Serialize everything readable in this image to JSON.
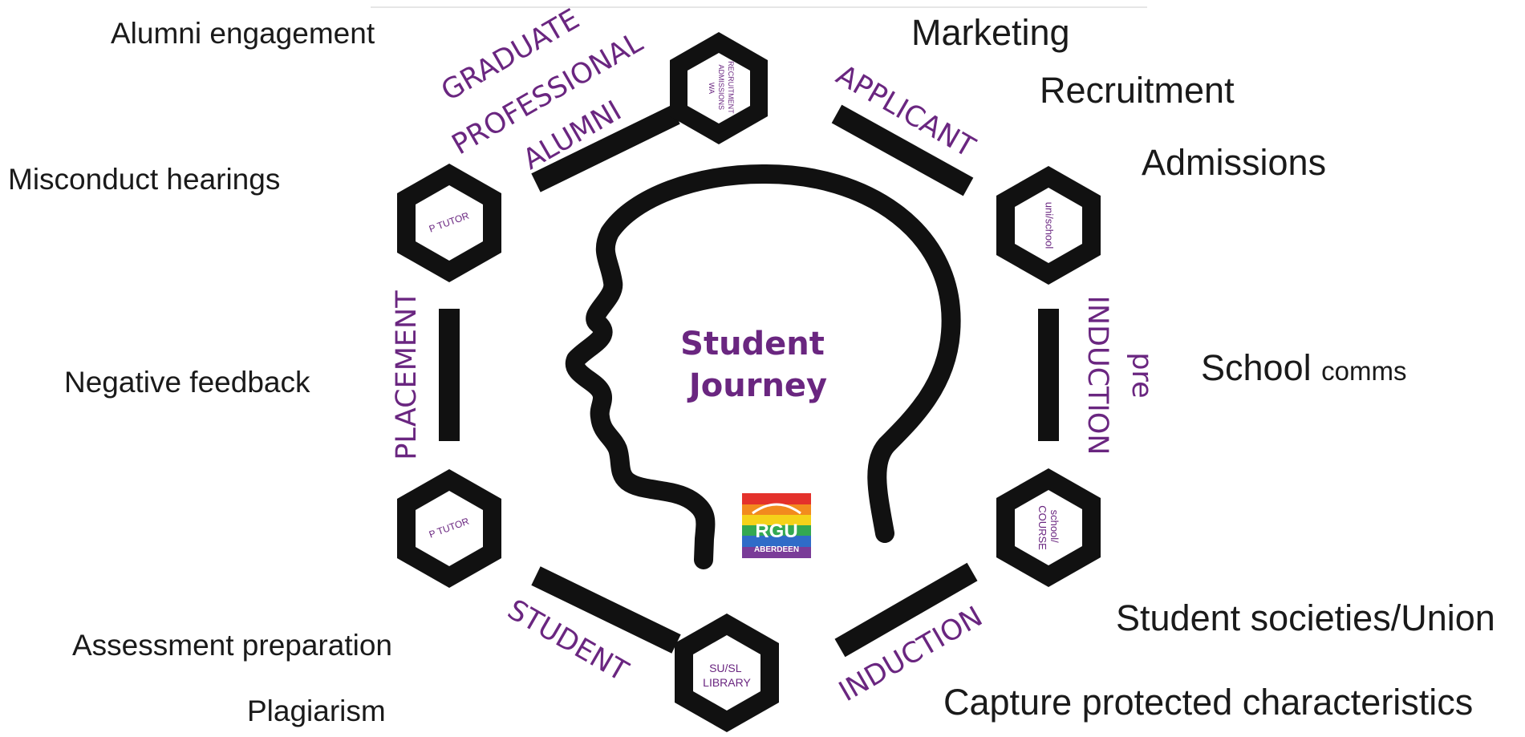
{
  "colors": {
    "stroke": "#111111",
    "accent": "#6a2680",
    "text": "#1a1a1a"
  },
  "center": {
    "line1": "Student",
    "line2": "Journey"
  },
  "logo": {
    "text": "RGU",
    "subtext": "ABERDEEN"
  },
  "nodes": [
    {
      "lines": [
        "RECRUITMENT",
        "ADMISSIONS",
        "WA"
      ]
    },
    {
      "lines": [
        "uni/school"
      ]
    },
    {
      "lines": [
        "school/",
        "COURSE"
      ]
    },
    {
      "lines": [
        "SU/SL",
        "LIBRARY"
      ]
    },
    {
      "lines": [
        "P TUTOR"
      ]
    },
    {
      "lines": [
        "P TUTOR"
      ]
    }
  ],
  "stages": {
    "applicant": "APPLICANT",
    "pre_induction": "INDUCTION",
    "pre": "pre",
    "induction": "INDUCTION",
    "student": "STUDENT",
    "placement": "PLACEMENT",
    "graduate": "GRADUATE",
    "professional": "PROFESSIONAL",
    "alumni": "ALUMNI"
  },
  "side_labels": {
    "alumni_engagement": "Alumni engagement",
    "misconduct_hearings": "Misconduct hearings",
    "negative_feedback": "Negative feedback",
    "assessment_preparation": "Assessment preparation",
    "plagiarism": "Plagiarism",
    "marketing": "Marketing",
    "recruitment": "Recruitment",
    "admissions": "Admissions",
    "school_comms_main": "School",
    "school_comms_small": "comms",
    "student_societies": "Student societies/Union",
    "capture_protected": "Capture protected characteristics"
  }
}
